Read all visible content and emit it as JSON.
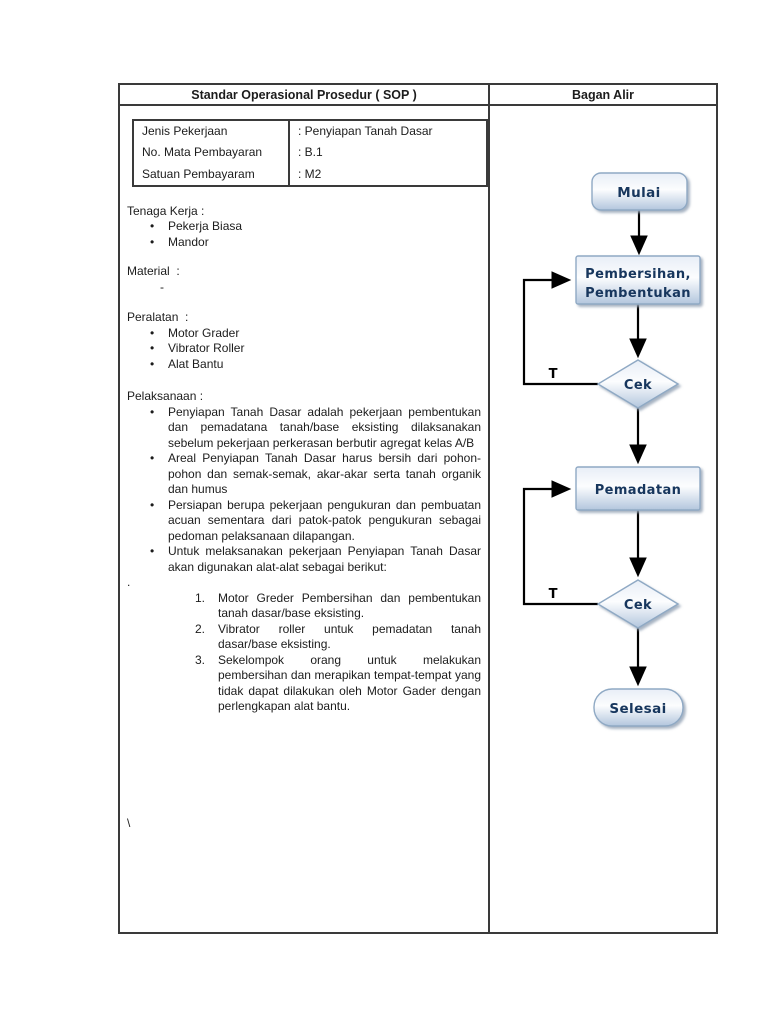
{
  "header": {
    "left_title": "Standar Operasional Prosedur ( SOP )",
    "right_title": "Bagan Alir"
  },
  "glyphs": {
    "bullet": "•"
  },
  "info_table": {
    "rows": [
      {
        "label": "Jenis Pekerjaan",
        "value": ": Penyiapan Tanah Dasar"
      },
      {
        "label": "No. Mata Pembayaran",
        "value": ": B.1"
      },
      {
        "label": "Satuan Pembayaram",
        "value": ": M2"
      }
    ]
  },
  "sections": {
    "tenaga_kerja": {
      "title": "Tenaga Kerja :",
      "items": [
        "Pekerja Biasa",
        "Mandor"
      ]
    },
    "material": {
      "title": "Material  :",
      "dash": "-"
    },
    "peralatan": {
      "title": "Peralatan  :",
      "items": [
        "Motor Grader",
        "Vibrator Roller",
        "Alat Bantu"
      ]
    },
    "pelaksanaan": {
      "title": "Pelaksanaan :",
      "bullets": [
        "Penyiapan Tanah Dasar adalah pekerjaan pembentukan dan pemadatana tanah/base eksisting dilaksanakan sebelum pekerjaan perkerasan berbutir agregat kelas A/B",
        "Areal Penyiapan Tanah Dasar harus bersih dari pohon-pohon dan semak-semak, akar-akar serta tanah organik dan humus",
        "Persiapan berupa pekerjaan pengukuran dan pembuatan acuan sementara dari patok-patok pengukuran sebagai pedoman pelaksanaan dilapangan.",
        "Untuk melaksanakan pekerjaan Penyiapan Tanah Dasar akan digunakan alat-alat sebagai berikut:"
      ],
      "stray_dot": ".",
      "numbered": [
        {
          "num": "1.",
          "text": "Motor Greder Pembersihan dan pembentukan tanah dasar/base eksisting."
        },
        {
          "num": "2.",
          "text": "Vibrator roller untuk pemadatan tanah dasar/base eksisting."
        },
        {
          "num": "3.",
          "text": "Sekelompok orang untuk melakukan pembersihan dan merapikan tempat-tempat yang tidak dapat dilakukan oleh Motor Gader dengan perlengkapan alat bantu."
        }
      ]
    },
    "stray_backslash": "\\"
  },
  "flowchart": {
    "labels": {
      "mulai": "Mulai",
      "pembersihan_line1": "Pembersihan,",
      "pembersihan_line2": "Pembentukan",
      "cek1": "Cek",
      "pemadatan": "Pemadatan",
      "cek2": "Cek",
      "selesai": "Selesai",
      "t1": "T",
      "t2": "T"
    },
    "colors": {
      "node_fill_top": "#e8eef7",
      "node_fill_mid": "#fcfdfe",
      "node_fill_bottom": "#b3c6dd",
      "node_border": "#8fa9c4",
      "node_text": "#17365d",
      "arrow": "#000000"
    }
  }
}
